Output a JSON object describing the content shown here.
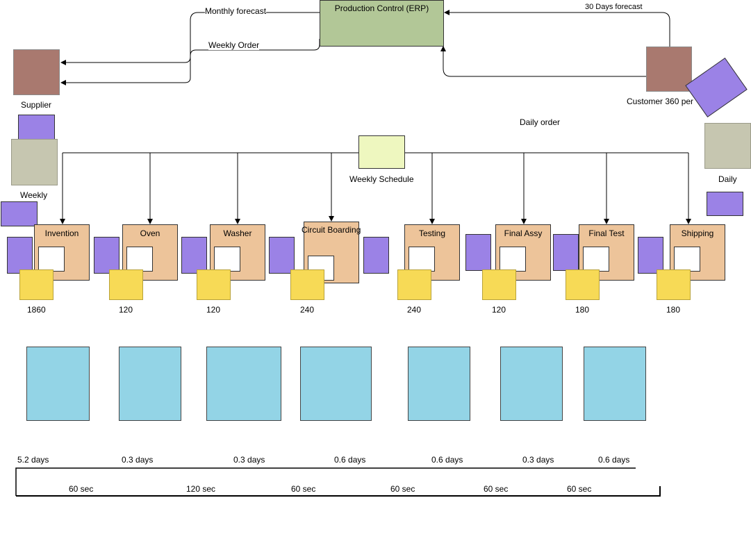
{
  "erp": {
    "label": "Production Control (ERP)"
  },
  "supplier": {
    "label": "Supplier",
    "delivery_label": "Weekly"
  },
  "customer": {
    "label": "Customer 360 per",
    "delivery_label": "Daily"
  },
  "flows": {
    "monthly_forecast": "Monthly forecast",
    "weekly_order": "Weekly Order",
    "thirty_days_forecast": "30 Days forecast",
    "daily_order": "Daily order"
  },
  "schedule": {
    "label": "Weekly Schedule"
  },
  "processes": [
    {
      "name": "Invention",
      "inventory": "1860"
    },
    {
      "name": "Oven",
      "inventory": "120"
    },
    {
      "name": "Washer",
      "inventory": "120"
    },
    {
      "name": "Circuit Boarding",
      "inventory": "240"
    },
    {
      "name": "Testing",
      "inventory": "240"
    },
    {
      "name": "Final Assy",
      "inventory": "120"
    },
    {
      "name": "Final Test",
      "inventory": "180"
    },
    {
      "name": "Shipping",
      "inventory": "180"
    }
  ],
  "timeline": {
    "lead_times": [
      "5.2 days",
      "0.3 days",
      "0.3 days",
      "0.6 days",
      "0.6 days",
      "0.3 days",
      "0.6 days"
    ],
    "cycle_times": [
      "60 sec",
      "120 sec",
      "60 sec",
      "60 sec",
      "60 sec",
      "60 sec"
    ]
  },
  "colors": {
    "erp": "#b2c797",
    "supplier_customer": "#a9796f",
    "truck": "#c6c6b0",
    "kanban": "#9b82e6",
    "process": "#edc49a",
    "inventory": "#f7da56",
    "data_box": "#93d4e6",
    "schedule": "#eef7bf"
  }
}
